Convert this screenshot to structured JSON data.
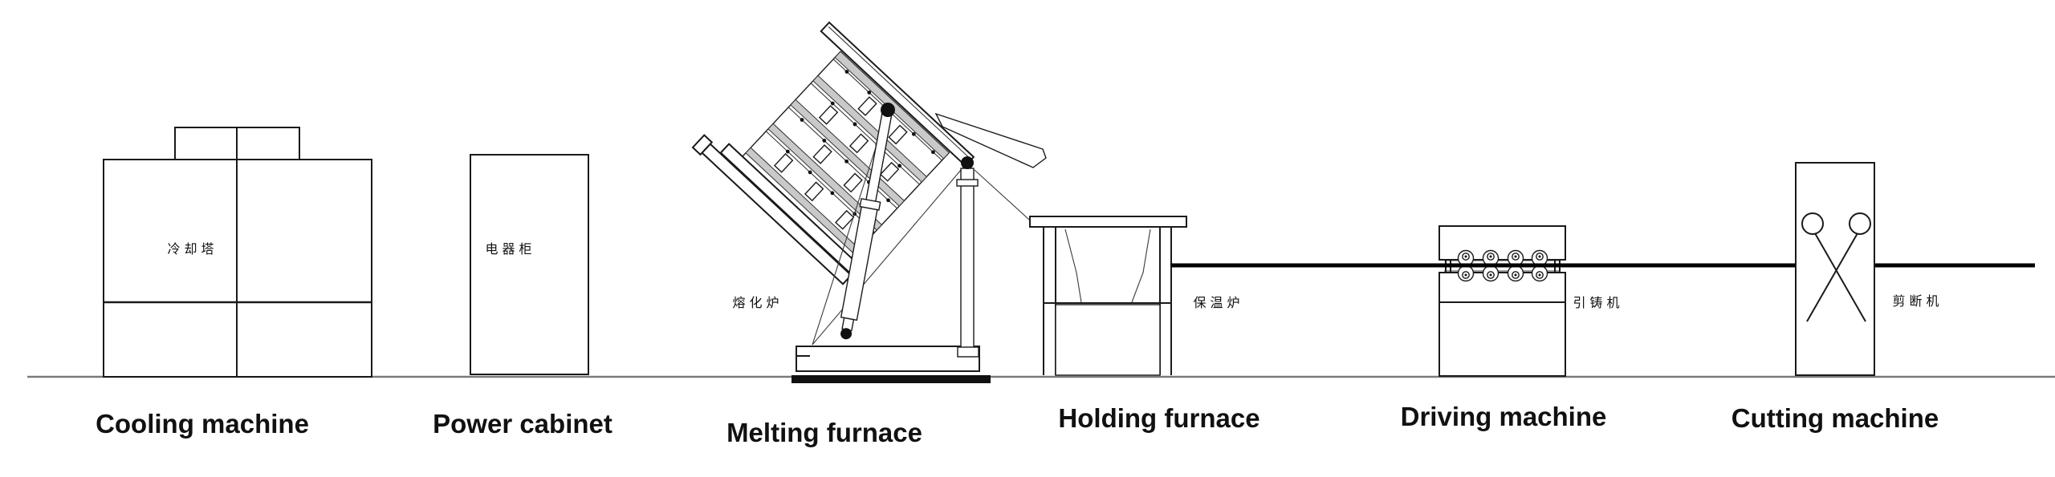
{
  "machines": [
    {
      "id": "cooling-machine",
      "label_en": "Cooling machine",
      "label_zh": "冷却塔"
    },
    {
      "id": "power-cabinet",
      "label_en": "Power cabinet",
      "label_zh": "电器柜"
    },
    {
      "id": "melting-furnace",
      "label_en": "Melting furnace",
      "label_zh": "熔化炉"
    },
    {
      "id": "holding-furnace",
      "label_en": "Holding furnace",
      "label_zh": "保温炉"
    },
    {
      "id": "driving-machine",
      "label_en": "Driving machine",
      "label_zh": "引铸机"
    },
    {
      "id": "cutting-machine",
      "label_en": "Cutting machine",
      "label_zh": "剪断机"
    }
  ],
  "colors": {
    "line": "#1a1a1a",
    "ground": "#7a7a7a",
    "slat_fill": "#c9c9c9",
    "cast_bar": "#000000",
    "background": "#ffffff"
  }
}
